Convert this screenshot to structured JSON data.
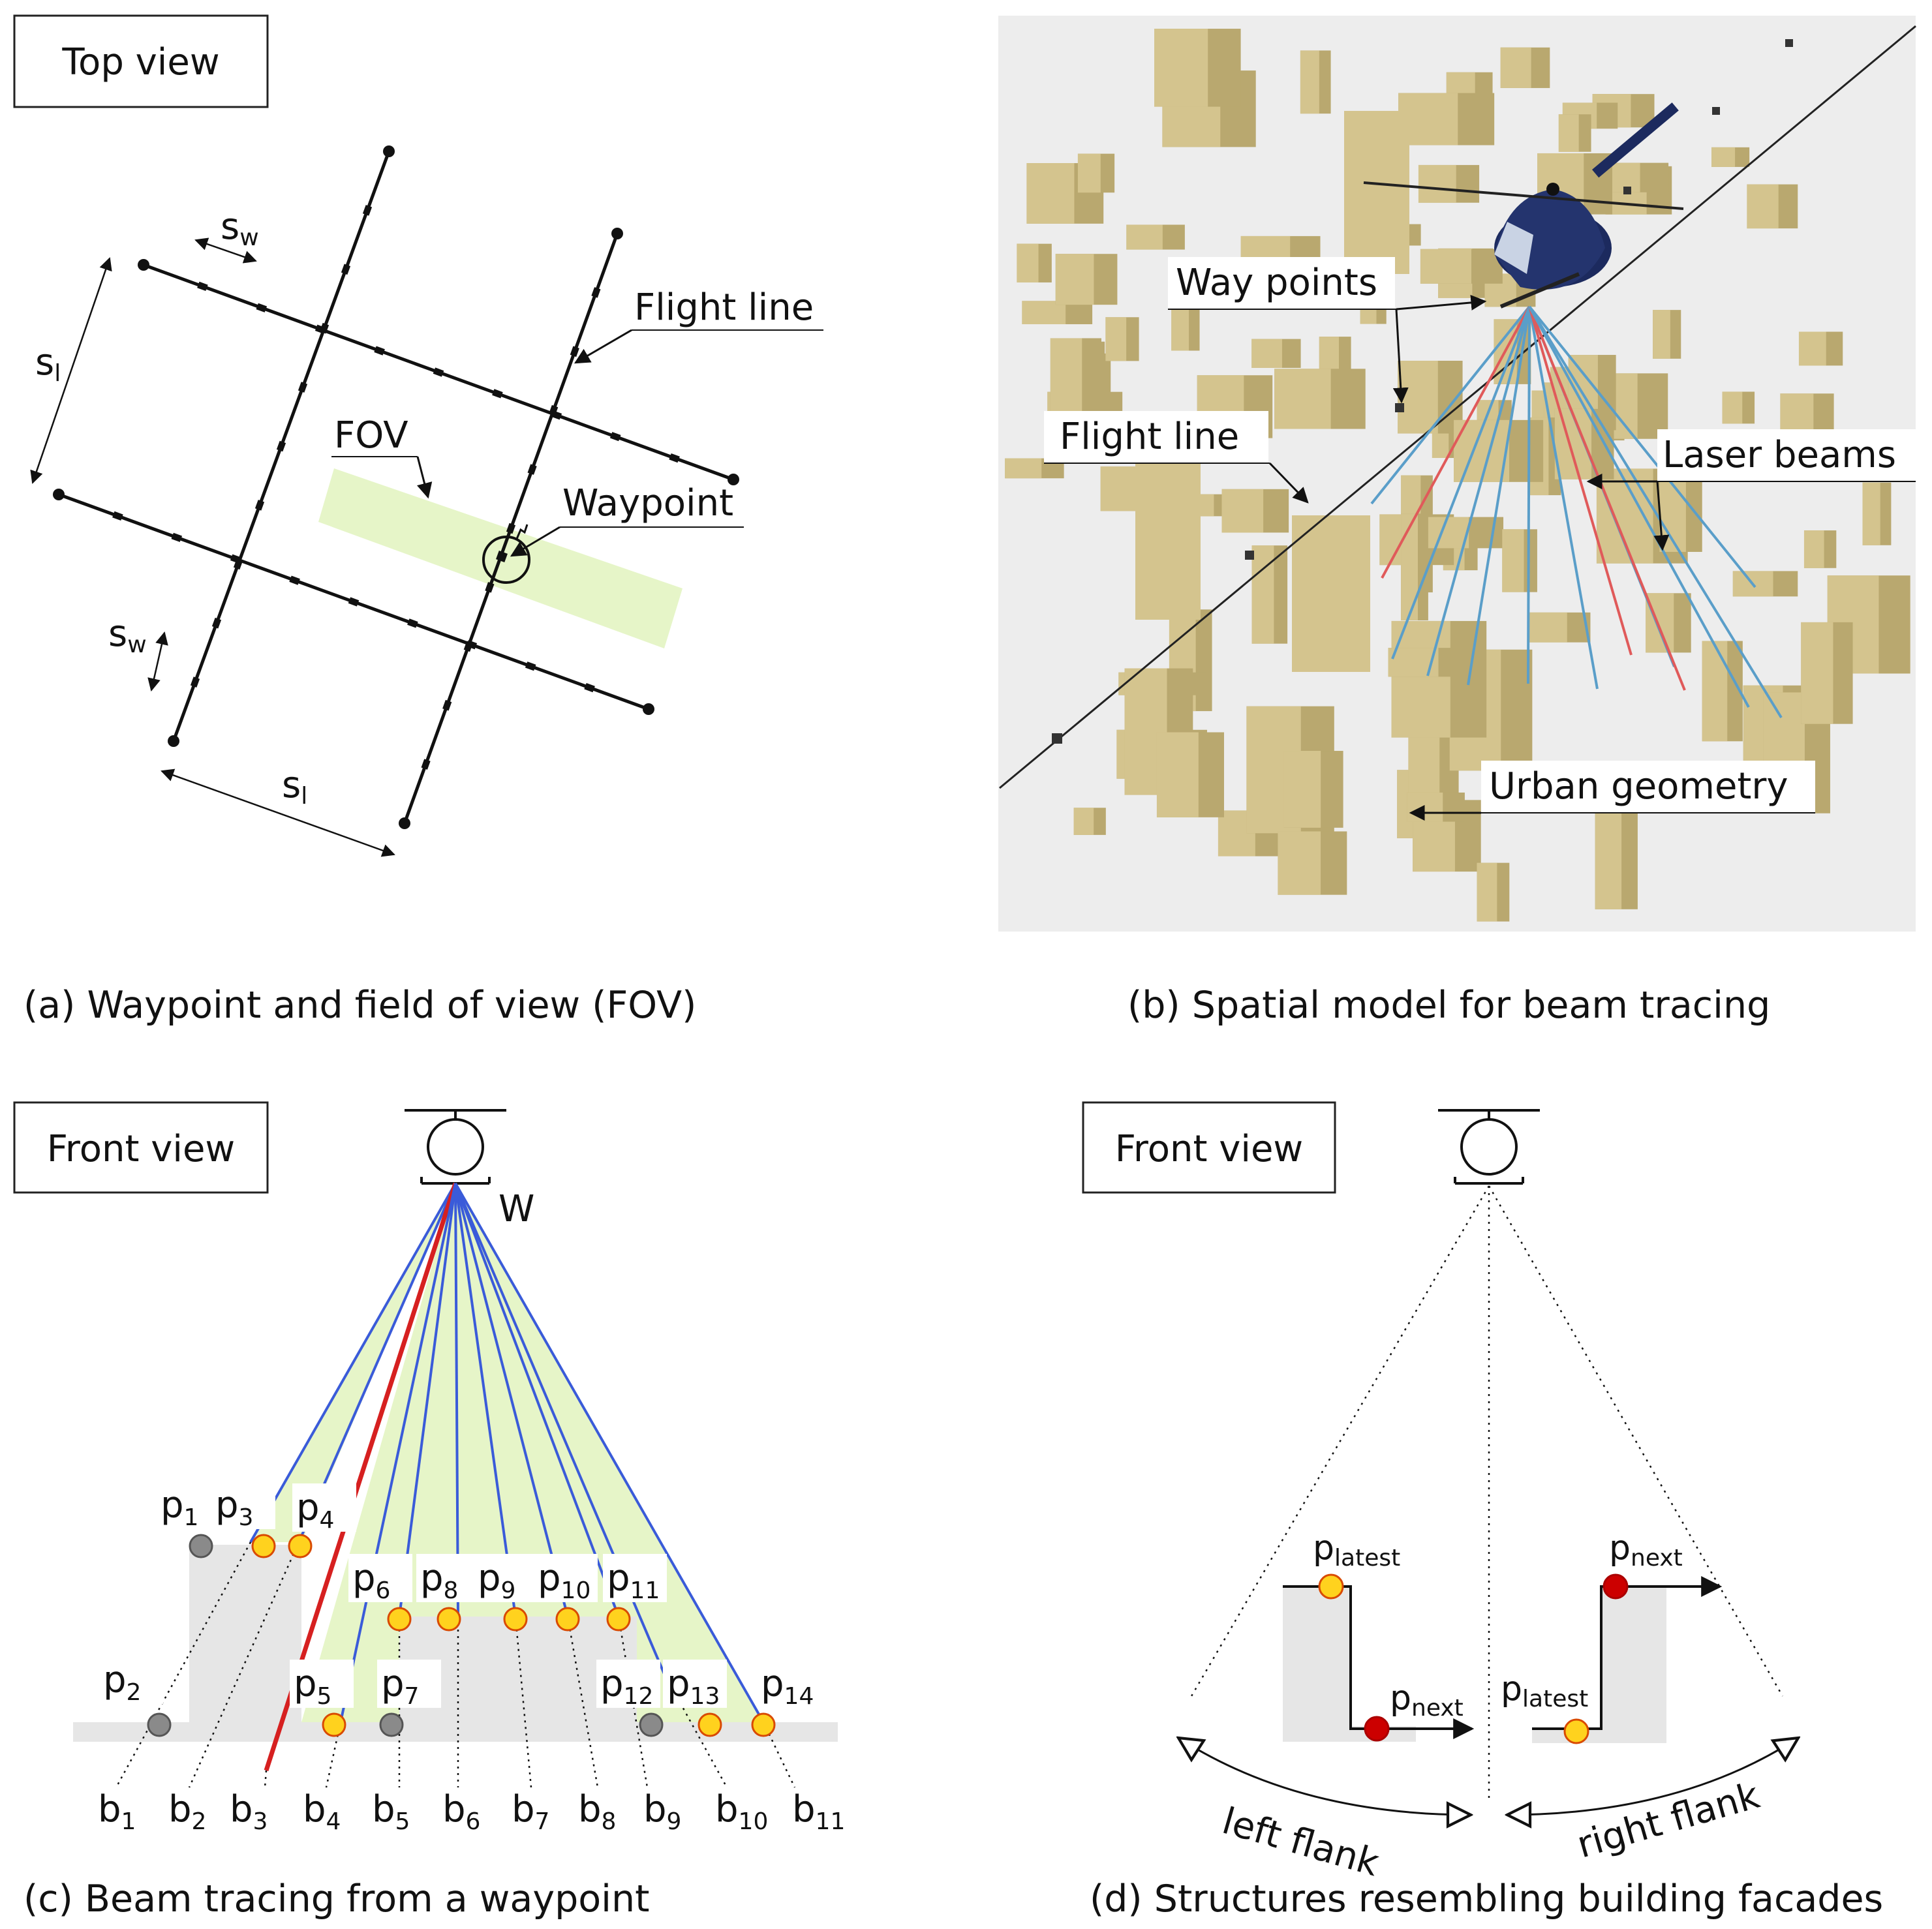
{
  "panel_a": {
    "box_title": "Top view",
    "caption": "(a) Waypoint and field of view (FOV)",
    "label_flight_line": "Flight line",
    "label_fov": "FOV",
    "label_waypoint": "Waypoint",
    "label_s_w_top": {
      "base": "s",
      "sub": "w"
    },
    "label_s_w_left": {
      "base": "s",
      "sub": "w"
    },
    "label_s_l_left": {
      "base": "s",
      "sub": "l"
    },
    "label_s_l_bottom": {
      "base": "s",
      "sub": "l"
    }
  },
  "panel_b": {
    "caption": "(b) Spatial model for beam tracing",
    "label_way_points": "Way points",
    "label_flight_line": "Flight line",
    "label_laser_beams": "Laser beams",
    "label_urban_geometry": "Urban geometry"
  },
  "panel_c": {
    "box_title": "Front view",
    "caption": "(c) Beam tracing from a waypoint",
    "waypoint_label": "W",
    "points": [
      {
        "base": "p",
        "sub": "1"
      },
      {
        "base": "p",
        "sub": "2"
      },
      {
        "base": "p",
        "sub": "3"
      },
      {
        "base": "p",
        "sub": "4"
      },
      {
        "base": "p",
        "sub": "5"
      },
      {
        "base": "p",
        "sub": "6"
      },
      {
        "base": "p",
        "sub": "7"
      },
      {
        "base": "p",
        "sub": "8"
      },
      {
        "base": "p",
        "sub": "9"
      },
      {
        "base": "p",
        "sub": "10"
      },
      {
        "base": "p",
        "sub": "11"
      },
      {
        "base": "p",
        "sub": "12"
      },
      {
        "base": "p",
        "sub": "13"
      },
      {
        "base": "p",
        "sub": "14"
      }
    ],
    "beams": [
      {
        "base": "b",
        "sub": "1"
      },
      {
        "base": "b",
        "sub": "2"
      },
      {
        "base": "b",
        "sub": "3"
      },
      {
        "base": "b",
        "sub": "4"
      },
      {
        "base": "b",
        "sub": "5"
      },
      {
        "base": "b",
        "sub": "6"
      },
      {
        "base": "b",
        "sub": "7"
      },
      {
        "base": "b",
        "sub": "8"
      },
      {
        "base": "b",
        "sub": "9"
      },
      {
        "base": "b",
        "sub": "10"
      },
      {
        "base": "b",
        "sub": "11"
      }
    ]
  },
  "panel_d": {
    "box_title": "Front view",
    "caption": "(d) Structures resembling building facades",
    "left_flank": "left flank",
    "right_flank": "right flank",
    "p_latest_left": {
      "base": "p",
      "sub": "latest"
    },
    "p_next_left": {
      "base": "p",
      "sub": "next"
    },
    "p_latest_right": {
      "base": "p",
      "sub": "latest"
    },
    "p_next_right": {
      "base": "p",
      "sub": "next"
    }
  },
  "colors": {
    "fov_fill": "#e6f5c8",
    "beam_blue": "#3a5bd9",
    "beam_red": "#d62020",
    "point_yellow": "#ffd21e",
    "point_gray": "#8a8a8a",
    "point_red": "#cc0000",
    "building_gray": "#e6e6e6",
    "urban_tan": "#d4c48e",
    "urban_shadow": "#b9a86f",
    "render_bg": "#ededed"
  }
}
